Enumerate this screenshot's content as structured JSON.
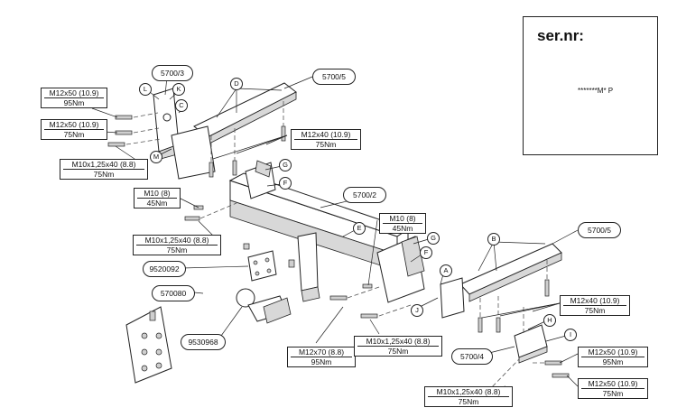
{
  "warning": {
    "title": "ser.nr:",
    "plate_text": "*******M* P",
    "icon": "warning-triangle-icon"
  },
  "part_numbers": {
    "p5700_3": "5700/3",
    "p5700_5_left": "5700/5",
    "p5700_5_right": "5700/5",
    "p5700_2": "5700/2",
    "p5700_4": "5700/4",
    "p9520092": "9520092",
    "p570080": "570080",
    "p9530968": "9530968"
  },
  "callouts": [
    "L",
    "K",
    "C",
    "M",
    "D",
    "G",
    "F",
    "E",
    "G",
    "F",
    "A",
    "J",
    "B",
    "H",
    "I"
  ],
  "specs": [
    {
      "id": "s1",
      "thread": "M12x50 (10.9)",
      "torque": "95Nm"
    },
    {
      "id": "s2",
      "thread": "M12x50 (10.9)",
      "torque": "75Nm"
    },
    {
      "id": "s3",
      "thread": "M10x1,25x40 (8.8)",
      "torque": "75Nm"
    },
    {
      "id": "s4",
      "thread": "M12x40 (10.9)",
      "torque": "75Nm"
    },
    {
      "id": "s5",
      "thread": "M10 (8)",
      "torque": "45Nm"
    },
    {
      "id": "s6",
      "thread": "M10x1,25x40 (8.8)",
      "torque": "75Nm"
    },
    {
      "id": "s7",
      "thread": "M10 (8)",
      "torque": "45Nm"
    },
    {
      "id": "s8",
      "thread": "M12x70 (8.8)",
      "torque": "95Nm"
    },
    {
      "id": "s9",
      "thread": "M10x1,25x40 (8.8)",
      "torque": "75Nm"
    },
    {
      "id": "s10",
      "thread": "M12x40 (10.9)",
      "torque": "75Nm"
    },
    {
      "id": "s11",
      "thread": "M12x50 (10.9)",
      "torque": "95Nm"
    },
    {
      "id": "s12",
      "thread": "M12x50 (10.9)",
      "torque": "75Nm"
    },
    {
      "id": "s13",
      "thread": "M10x1,25x40 (8.8)",
      "torque": "75Nm"
    }
  ]
}
